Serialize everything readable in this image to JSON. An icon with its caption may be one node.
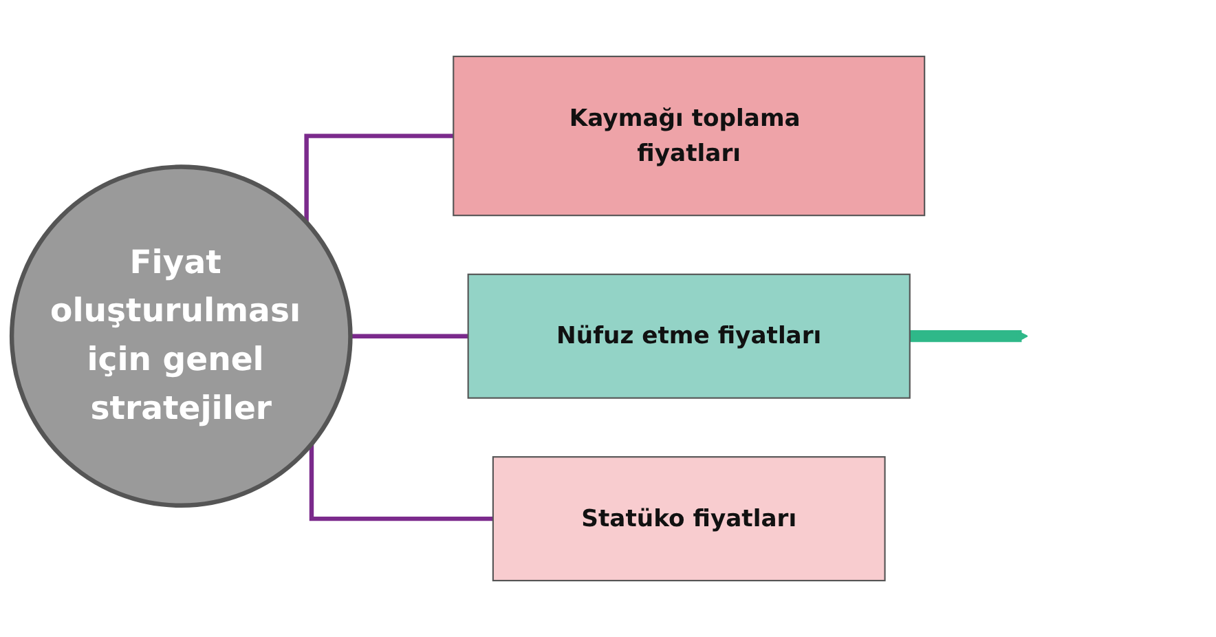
{
  "diagram": {
    "nodes": [
      {
        "text": [
          "Fiyat oluşturulması için genel stratejiler"
        ]
      },
      {
        "text": [
          "Kaymağı toplama fiyatları"
        ]
      },
      {
        "text": [
          "Nüfuz etme fiyatları"
        ]
      },
      {
        "text": [
          "Statüko fiyatları"
        ]
      }
    ],
    "edges": [
      {
        "from": 0,
        "to": 1,
        "arrow": "none",
        "color": "#7b2a8c"
      },
      {
        "from": 0,
        "to": 2,
        "arrow": "none",
        "color": "#7b2a8c"
      },
      {
        "from": 0,
        "to": 3,
        "arrow": "none",
        "color": "#7b2a8c"
      },
      {
        "from": 2,
        "to": null,
        "arrow": "to",
        "style": "thick",
        "color": "#2fb889"
      }
    ]
  }
}
